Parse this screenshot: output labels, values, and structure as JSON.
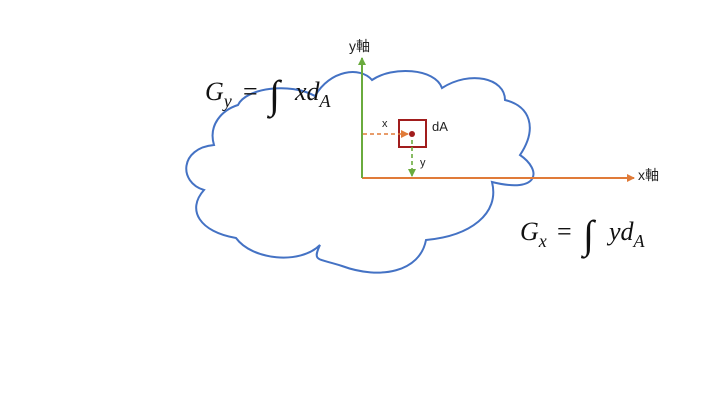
{
  "axes": {
    "x_label": "x軸",
    "y_label": "y軸",
    "x_color": "#E07B39",
    "y_color": "#6AAB3E"
  },
  "element": {
    "label": "dA",
    "color": "#A11D1D"
  },
  "distances": {
    "x_label": "x",
    "y_label": "y"
  },
  "formula_gy": {
    "G": "G",
    "sub": "y",
    "eq": "=",
    "integral": "∫",
    "body": "xd",
    "body_sub": "A"
  },
  "formula_gx": {
    "G": "G",
    "sub": "x",
    "eq": "=",
    "integral": "∫",
    "body": "yd",
    "body_sub": "A"
  },
  "cloud": {
    "stroke_color": "#4472C4"
  }
}
